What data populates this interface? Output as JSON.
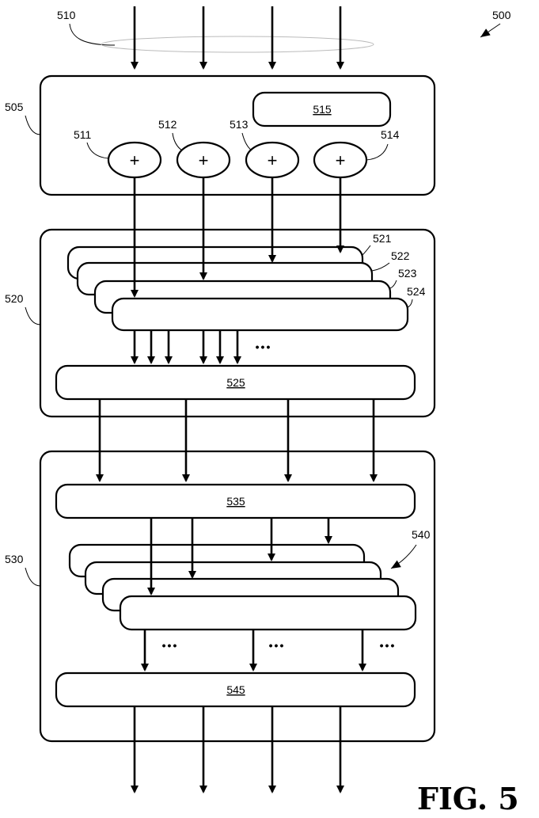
{
  "figure": {
    "number_label": "500",
    "title": "FIG. 5"
  },
  "labels": {
    "inputs": "510",
    "stage1": "505",
    "adder1": "511",
    "adder2": "512",
    "adder3": "513",
    "adder4": "514",
    "block515": "515",
    "stage2": "520",
    "layer521": "521",
    "layer522": "522",
    "layer523": "523",
    "layer524": "524",
    "block525": "525",
    "stage3": "530",
    "block535": "535",
    "layer540": "540",
    "block545": "545"
  },
  "symbols": {
    "adder": "+",
    "ellipsis": "•••"
  }
}
